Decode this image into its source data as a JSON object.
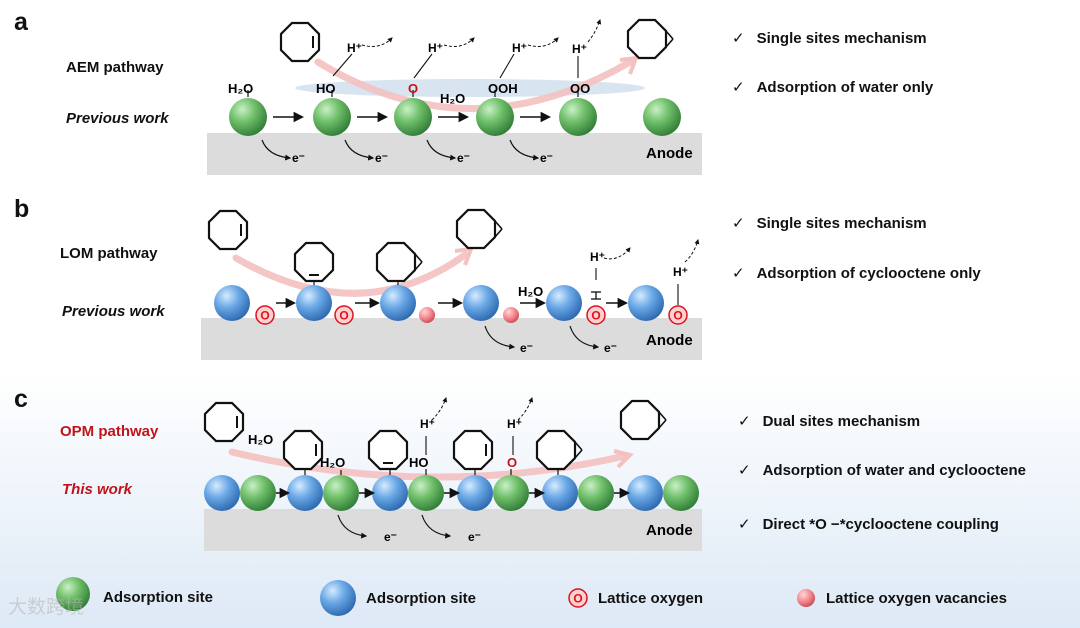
{
  "panels": [
    {
      "letter": "a",
      "pathway": "AEM pathway",
      "work": "Previous work",
      "anode": "Anode",
      "bullets": [
        "Single sites mechanism",
        "Adsorption of water only"
      ],
      "chemistry": {
        "h2o": "H₂O",
        "ho": "HO",
        "o": "O",
        "ooh": "OOH",
        "oo": "OO",
        "hplus": "H⁺",
        "eminus": "e⁻"
      }
    },
    {
      "letter": "b",
      "pathway": "LOM pathway",
      "work": "Previous work",
      "anode": "Anode",
      "bullets": [
        "Single sites mechanism",
        "Adsorption of cyclooctene only"
      ],
      "chemistry": {
        "h2o": "H₂O",
        "hplus": "H⁺",
        "eminus": "e⁻",
        "o": "O",
        "h": "H"
      }
    },
    {
      "letter": "c",
      "pathway": "OPM pathway",
      "work": "This work",
      "anode": "Anode",
      "bullets": [
        "Dual sites mechanism",
        "Adsorption of water and cyclooctene",
        "Direct *O −*cyclooctene coupling"
      ],
      "chemistry": {
        "h2o": "H₂O",
        "ho": "HO",
        "o": "O",
        "hplus": "H⁺",
        "eminus": "e⁻"
      }
    }
  ],
  "check_mark": "✓",
  "legend": [
    {
      "label": "Adsorption site",
      "symbol": "green-sphere",
      "color": "#5aa55a"
    },
    {
      "label": "Adsorption site",
      "symbol": "blue-sphere",
      "color": "#4d8fd0"
    },
    {
      "label": "Lattice oxygen",
      "symbol": "lattice-oxygen",
      "color": "#e0202a"
    },
    {
      "label": "Lattice oxygen vacancies",
      "symbol": "oxygen-vacancy",
      "color": "#e86a70"
    }
  ],
  "watermark": "大数跨境",
  "colors": {
    "green": "#5aa55a",
    "blue": "#4d8fd0",
    "red": "#d9141e",
    "slab": "#dcdcdc",
    "panel_c_bg": "#e3eef8"
  }
}
